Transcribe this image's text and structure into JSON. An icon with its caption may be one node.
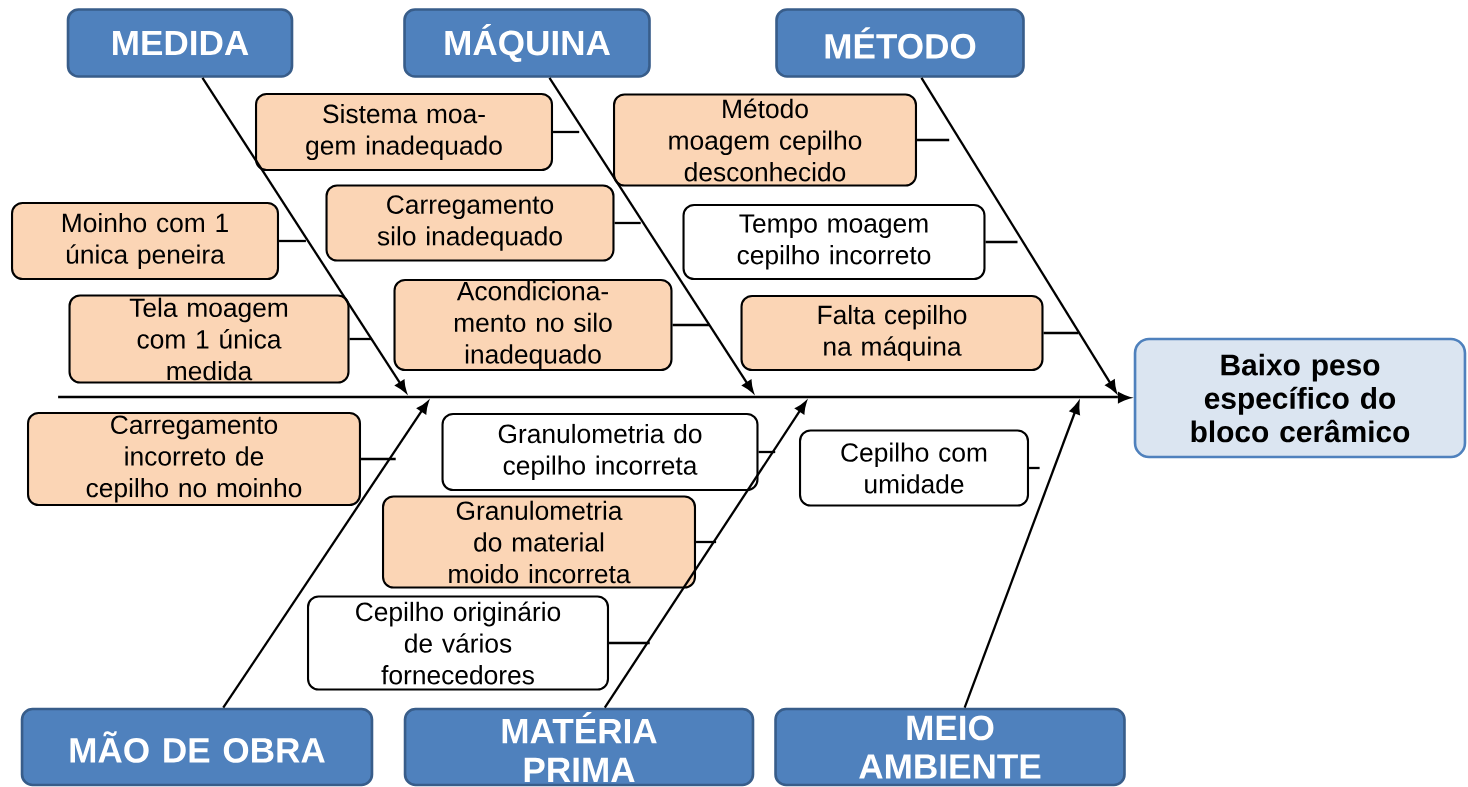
{
  "diagram": {
    "nodes": [
      {
        "text": [
          "MEDIDA"
        ]
      },
      {
        "text": [
          "MÁQUINA"
        ]
      },
      {
        "text": [
          "MÉTODO"
        ]
      },
      {
        "text": [
          "MÃO DE OBRA"
        ]
      },
      {
        "text": [
          "MATÉRIA PRIMA"
        ]
      },
      {
        "text": [
          "MEIO AMBIENTE"
        ]
      },
      {
        "text": [
          "Baixo peso específico do bloco cerâmico"
        ]
      },
      {
        "text": [
          "Sistema moa-gem inadequado"
        ]
      },
      {
        "text": [
          "Carregamento silo inadequado"
        ]
      },
      {
        "text": [
          "Acondiciona-mento no silo inadequado"
        ]
      },
      {
        "text": [
          "Método moagem cepilho desconhecido"
        ]
      },
      {
        "text": [
          "Tempo moagem cepilho incorreto"
        ]
      },
      {
        "text": [
          "Falta cepilho na máquina"
        ]
      },
      {
        "text": [
          "Moinho com 1 única peneira"
        ]
      },
      {
        "text": [
          "Tela moagem com 1 única medida"
        ]
      },
      {
        "text": [
          "Carregamento incorreto de cepilho no moinho"
        ]
      },
      {
        "text": [
          "Granulometria do cepilho incorreta"
        ]
      },
      {
        "text": [
          "Granulometria do material moido incorreta"
        ]
      },
      {
        "text": [
          "Cepilho originário de vários fornecedores"
        ]
      },
      {
        "text": [
          "Cepilho com umidade"
        ]
      },
      {
        "text": [],
        "shape": "bar"
      }
    ],
    "edges": [
      {
        "from": 20,
        "to": 6,
        "arrow": "to"
      },
      {
        "from": 0,
        "to": 20,
        "arrow": "to"
      },
      {
        "from": 1,
        "to": 20,
        "arrow": "to"
      },
      {
        "from": 2,
        "to": 20,
        "arrow": "to"
      },
      {
        "from": 3,
        "to": 20,
        "arrow": "to"
      },
      {
        "from": 4,
        "to": 20,
        "arrow": "to"
      },
      {
        "from": 5,
        "to": 20,
        "arrow": "to"
      },
      {
        "from": 7,
        "to": null,
        "arrow": "none"
      },
      {
        "from": 8,
        "to": null,
        "arrow": "none"
      },
      {
        "from": 9,
        "to": null,
        "arrow": "none"
      },
      {
        "from": 10,
        "to": null,
        "arrow": "none"
      },
      {
        "from": 11,
        "to": null,
        "arrow": "none"
      },
      {
        "from": 12,
        "to": null,
        "arrow": "none"
      },
      {
        "from": 13,
        "to": null,
        "arrow": "none"
      },
      {
        "from": 14,
        "to": null,
        "arrow": "none"
      },
      {
        "from": 15,
        "to": null,
        "arrow": "none"
      },
      {
        "from": 16,
        "to": null,
        "arrow": "none"
      },
      {
        "from": 17,
        "to": null,
        "arrow": "none"
      },
      {
        "from": 18,
        "to": null,
        "arrow": "none"
      },
      {
        "from": 19,
        "to": null,
        "arrow": "none"
      }
    ]
  }
}
